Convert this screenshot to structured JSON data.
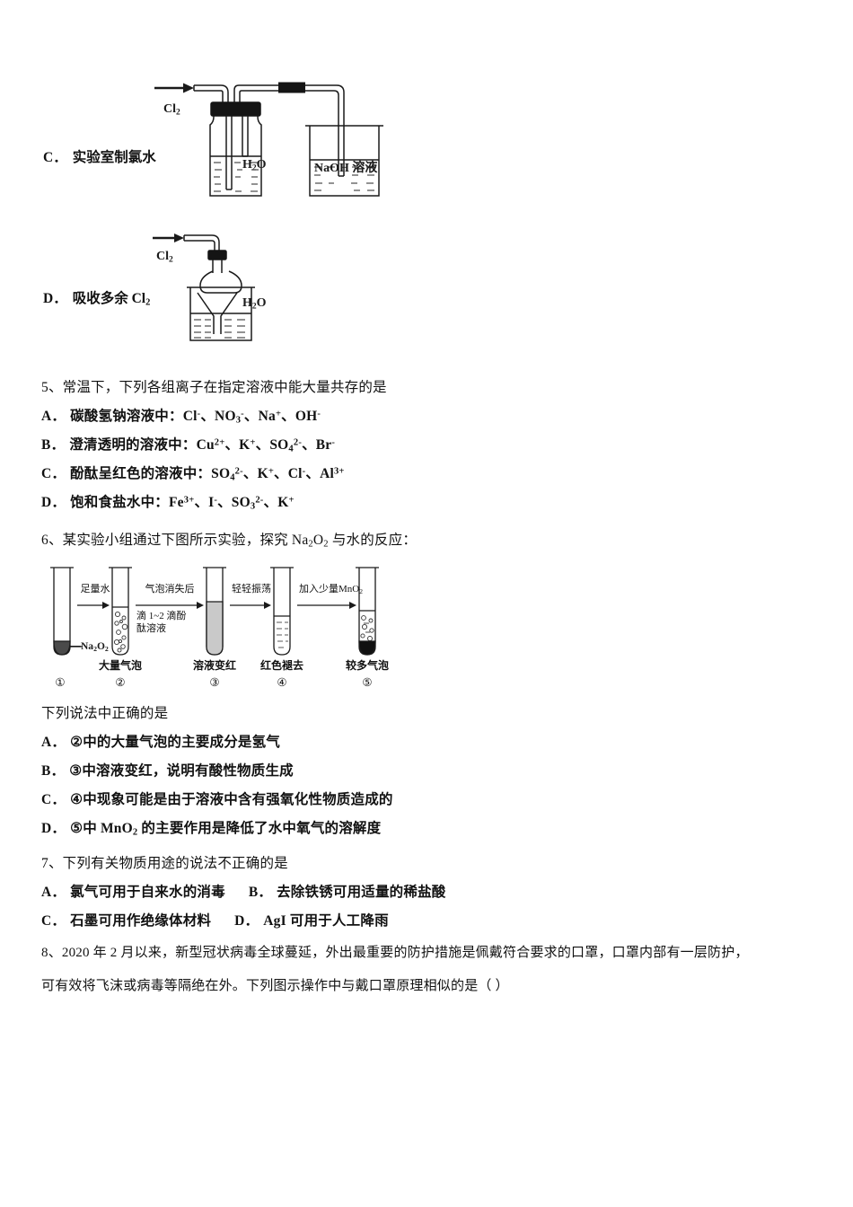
{
  "document": {
    "type": "chemistry-exam-page",
    "language": "zh-CN"
  },
  "choices_top": {
    "option_c": {
      "label": "C",
      "sep": "．",
      "text": "实验室制氯水",
      "figure": {
        "name": "gas-washing-bottle-and-beaker",
        "inlet_gas": "Cl",
        "inlet_gas_sub": "2",
        "bottle_liquid_label": "H",
        "bottle_liquid_sub": "2",
        "bottle_liquid_tail": "O",
        "beaker_label": "NaOH 溶液"
      }
    },
    "option_d": {
      "label": "D",
      "sep": "．",
      "text": "吸收多余 Cl",
      "text_sub": "2",
      "figure": {
        "name": "inverted-funnel-in-beaker",
        "inlet_gas": "Cl",
        "inlet_gas_sub": "2",
        "beaker_label": "H",
        "beaker_label_sub": "2",
        "beaker_label_tail": "O"
      }
    }
  },
  "question5": {
    "number": "5",
    "sep": "、",
    "stem": "常温下，下列各组离子在指定溶液中能大量共存的是",
    "options": [
      {
        "label": "A",
        "sep": "．",
        "prefix": "碳酸氢钠溶液中：",
        "ions": [
          {
            "main": "Cl",
            "sub": "",
            "sup": "-"
          },
          {
            "main": "NO",
            "sub": "3",
            "sup": "-"
          },
          {
            "main": "Na",
            "sub": "",
            "sup": "+"
          },
          {
            "main": "OH",
            "sub": "",
            "sup": "-"
          }
        ]
      },
      {
        "label": "B",
        "sep": "．",
        "prefix": "澄清透明的溶液中：",
        "ions": [
          {
            "main": "Cu",
            "sub": "",
            "sup": "2+"
          },
          {
            "main": "K",
            "sub": "",
            "sup": "+"
          },
          {
            "main": "SO",
            "sub": "4",
            "sup": "2-"
          },
          {
            "main": "Br",
            "sub": "",
            "sup": "-"
          }
        ]
      },
      {
        "label": "C",
        "sep": "．",
        "prefix": "酚酞呈红色的溶液中：",
        "ions": [
          {
            "main": "SO",
            "sub": "4",
            "sup": "2-"
          },
          {
            "main": "K",
            "sub": "",
            "sup": "+"
          },
          {
            "main": "Cl",
            "sub": "",
            "sup": "-"
          },
          {
            "main": "Al",
            "sub": "",
            "sup": "3+"
          }
        ]
      },
      {
        "label": "D",
        "sep": "．",
        "prefix": "饱和食盐水中：",
        "ions": [
          {
            "main": "Fe",
            "sub": "",
            "sup": "3+"
          },
          {
            "main": "I",
            "sub": "",
            "sup": "-"
          },
          {
            "main": "SO",
            "sub": "3",
            "sup": "2-"
          },
          {
            "main": "K",
            "sub": "",
            "sup": "+"
          }
        ]
      }
    ],
    "ion_separator": "、"
  },
  "question6": {
    "number": "6",
    "sep": "、",
    "stem_before": "某实验小组通过下图所示实验，探究 Na",
    "stem_sub1": "2",
    "stem_mid": "O",
    "stem_sub2": "2",
    "stem_after": " 与水的反应：",
    "diagram": {
      "name": "test-tube-flowchart",
      "tubes": [
        {
          "num": "①",
          "caption": "",
          "inner_label": "Na2O2",
          "state": "solid-dark"
        },
        {
          "num": "②",
          "caption": "大量气泡",
          "state": "bubbles-many"
        },
        {
          "num": "③",
          "caption": "溶液变红",
          "state": "liquid-gray"
        },
        {
          "num": "④",
          "caption": "红色褪去",
          "state": "liquid-clear"
        },
        {
          "num": "⑤",
          "caption": "较多气泡",
          "state": "bubbles-with-solid"
        }
      ],
      "arrows": [
        {
          "above": "足量水",
          "below": ""
        },
        {
          "above": "气泡消失后",
          "below": "滴 1~2 滴酚酞溶液"
        },
        {
          "above": "轻轻振荡",
          "below": ""
        },
        {
          "above": "加入少量MnO2",
          "below": ""
        }
      ]
    },
    "sub_stem": "下列说法中正确的是",
    "options": [
      {
        "label": "A",
        "sep": "．",
        "text": "②中的大量气泡的主要成分是氢气"
      },
      {
        "label": "B",
        "sep": "．",
        "text": "③中溶液变红，说明有酸性物质生成"
      },
      {
        "label": "C",
        "sep": "．",
        "text": "④中现象可能是由于溶液中含有强氧化性物质造成的"
      },
      {
        "label": "D",
        "sep": "．",
        "text_before": "⑤中 MnO",
        "text_sub": "2",
        "text_after": " 的主要作用是降低了水中氧气的溶解度"
      }
    ]
  },
  "question7": {
    "number": "7",
    "sep": "、",
    "stem": "下列有关物质用途的说法不正确的是",
    "row1": {
      "a_label": "A",
      "a_sep": "．",
      "a_text": "氯气可用于自来水的消毒",
      "b_label": "B",
      "b_sep": "．",
      "b_text": "去除铁锈可用适量的稀盐酸"
    },
    "row2": {
      "c_label": "C",
      "c_sep": "．",
      "c_text": "石墨可用作绝缘体材料",
      "d_label": "D",
      "d_sep": "．",
      "d_text": "AgI 可用于人工降雨"
    }
  },
  "question8": {
    "number": "8",
    "sep": "、",
    "line1": "2020 年 2 月以来，新型冠状病毒全球蔓延，外出最重要的防护措施是佩戴符合要求的口罩，口罩内部有一层防护，",
    "line2": "可有效将飞沫或病毒等隔绝在外。下列图示操作中与戴口罩原理相似的是（    ）"
  },
  "colors": {
    "ink": "#111111",
    "line": "#1a1a1a",
    "liquid_gray": "#bdbdbd",
    "stopper_black": "#111111"
  }
}
